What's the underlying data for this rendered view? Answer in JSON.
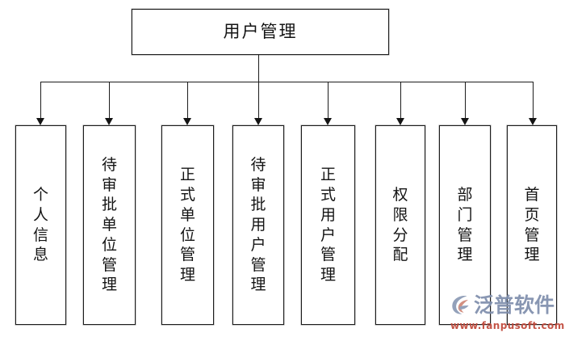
{
  "diagram": {
    "type": "tree",
    "title": "用户管理",
    "root": {
      "label": "用户管理"
    },
    "children": [
      {
        "label": "个人信息"
      },
      {
        "label": "待审批单位管理"
      },
      {
        "label": "正式单位管理"
      },
      {
        "label": "待审批用户管理"
      },
      {
        "label": "正式用户管理"
      },
      {
        "label": "权限分配"
      },
      {
        "label": "部门管理"
      },
      {
        "label": "首页管理"
      }
    ],
    "colors": {
      "line": "#1c1c1c",
      "box_fill": "#ffffff",
      "text": "#141414",
      "watermark_text": "#7f8fad",
      "watermark_url": "#c0483a",
      "watermark_logo_accent": "#d08878"
    }
  },
  "watermark": {
    "brand": "泛普软件",
    "url": "www.fanpusoft.com",
    "logo_icon": "fanpu-swoosh-logo"
  }
}
